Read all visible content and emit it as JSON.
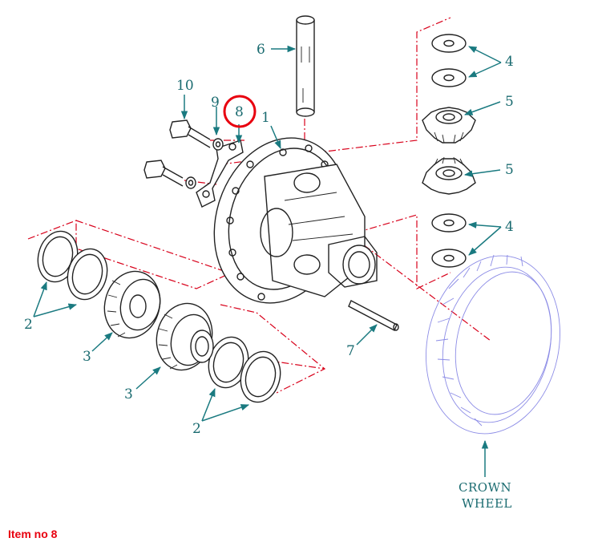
{
  "labels": {
    "n1": "1",
    "n2a": "2",
    "n2b": "2",
    "n3a": "3",
    "n3b": "3",
    "n4a": "4",
    "n4b": "4",
    "n5a": "5",
    "n5b": "5",
    "n6": "6",
    "n7": "7",
    "n8": "8",
    "n9": "9",
    "n10": "10",
    "crown_line1": "CROWN",
    "crown_line2": "WHEEL"
  },
  "highlight": {
    "item": "8",
    "color": "#e8000f"
  },
  "caption": "Item no 8",
  "colors": {
    "label": "#1a6b70",
    "leader": "#1a7a80",
    "centerline": "#d8001a",
    "crown_wheel": "#8c8ce6",
    "highlight": "#e8000f"
  }
}
